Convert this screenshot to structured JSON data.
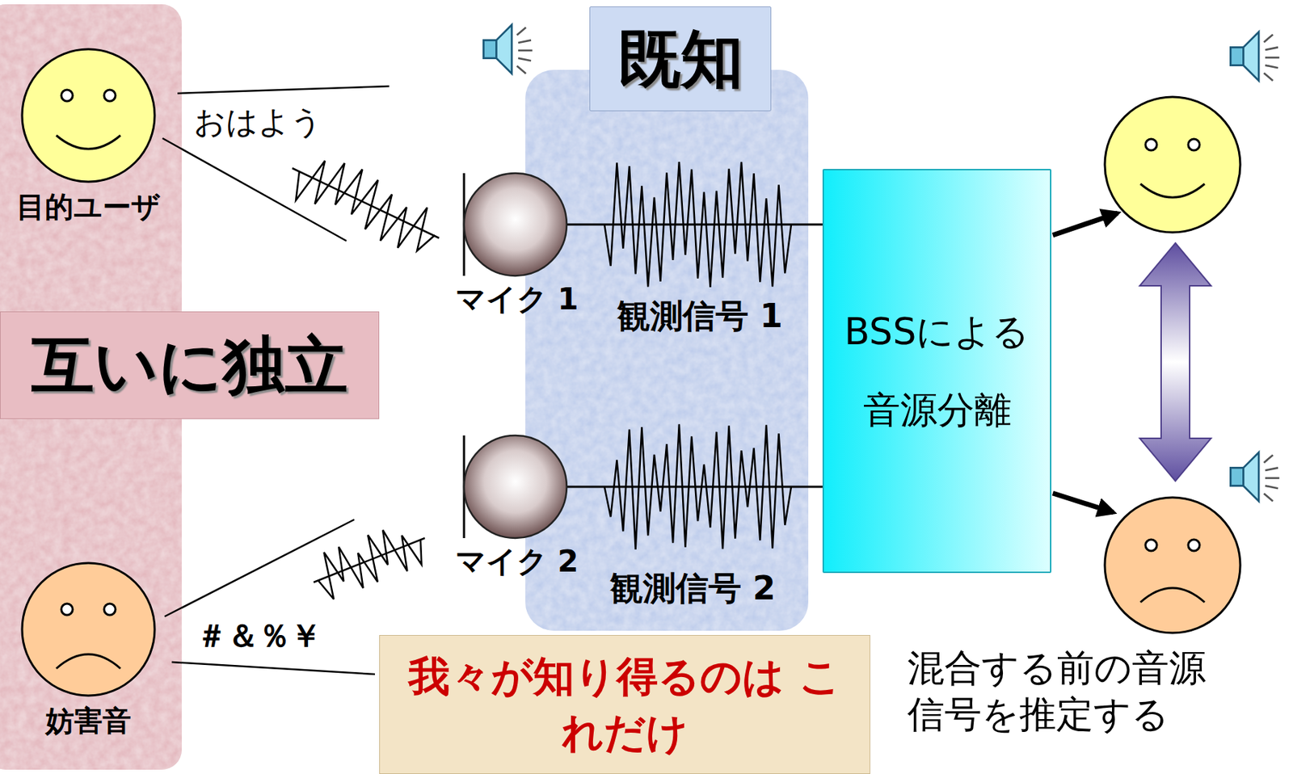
{
  "diagram": {
    "nodes": [
      {
        "text": [
          "目的ユーザ"
        ]
      },
      {
        "text": [
          "既知"
        ]
      },
      {
        "text": [
          "互いに独立"
        ]
      },
      {
        "text": [
          "マイク 1"
        ]
      },
      {
        "text": [
          "BSSによる 音源分離"
        ]
      },
      {
        "text": [
          "マイク 2"
        ]
      },
      {
        "text": [
          "妨害音"
        ]
      },
      {
        "text": [
          "我々が知り得るのは これだけ"
        ]
      }
    ],
    "edges": [
      {
        "from": 3,
        "to": 4,
        "arrow": "none"
      },
      {
        "from": 5,
        "to": 4,
        "arrow": "none"
      }
    ],
    "labels": [
      "おはよう",
      "＃＆％￥",
      "観測信号 1",
      "観測信号 2",
      "混合する前の音源 信号を推定する"
    ]
  }
}
